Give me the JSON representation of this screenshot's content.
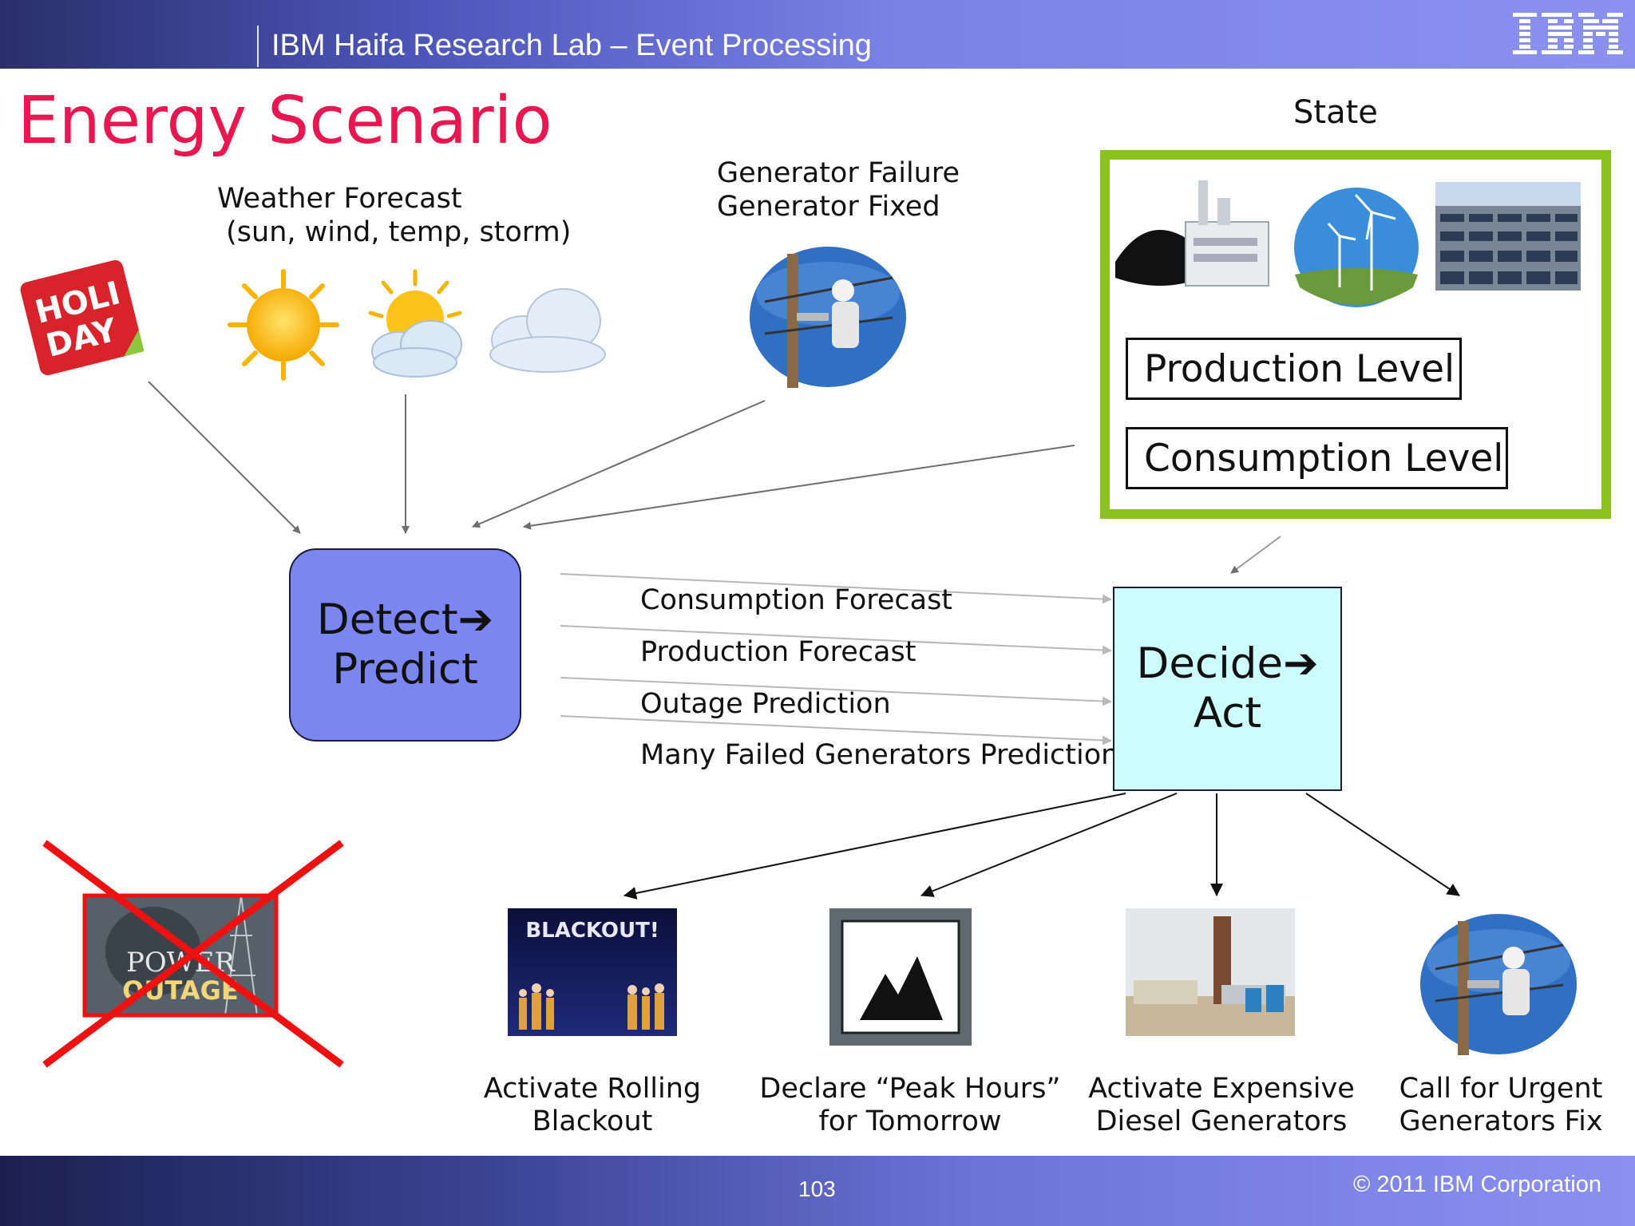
{
  "header": {
    "title": "IBM Haifa Research Lab – Event Processing",
    "logo": "IBM"
  },
  "slide": {
    "title": "Energy Scenario"
  },
  "inputs": {
    "weather_line1": "Weather Forecast",
    "weather_line2": " (sun, wind, temp, storm)",
    "generator_line1": "Generator Failure",
    "generator_line2": "Generator Fixed",
    "holiday_line1": "HOLI",
    "holiday_line2": "DAY"
  },
  "state": {
    "label": "State",
    "production": "Production Level",
    "consumption": "Consumption Level"
  },
  "detect": {
    "line1": "Detect",
    "arrow": "➔",
    "line2": "Predict"
  },
  "decide": {
    "line1": "Decide",
    "arrow": "➔",
    "line2": "Act"
  },
  "events": [
    "Consumption Forecast",
    "Production Forecast",
    "Outage Prediction",
    "Many Failed Generators Prediction"
  ],
  "actions": [
    {
      "line1": "Activate Rolling",
      "line2": "Blackout",
      "image_text": "BLACKOUT!"
    },
    {
      "line1": "Declare “Peak Hours”",
      "line2": "for Tomorrow"
    },
    {
      "line1": "Activate Expensive",
      "line2": "Diesel Generators"
    },
    {
      "line1": "Call for Urgent",
      "line2": "Generators Fix"
    }
  ],
  "outage_image": {
    "line1": "POWER",
    "line2": "OUTAGE"
  },
  "footer": {
    "page": "103",
    "copyright": "© 2011 IBM Corporation"
  },
  "colors": {
    "title": "#e8174f",
    "state_border": "#8cc21e",
    "detect_fill": "#7b86f0",
    "decide_fill": "#ccfcfc",
    "cross": "#ee1111"
  }
}
